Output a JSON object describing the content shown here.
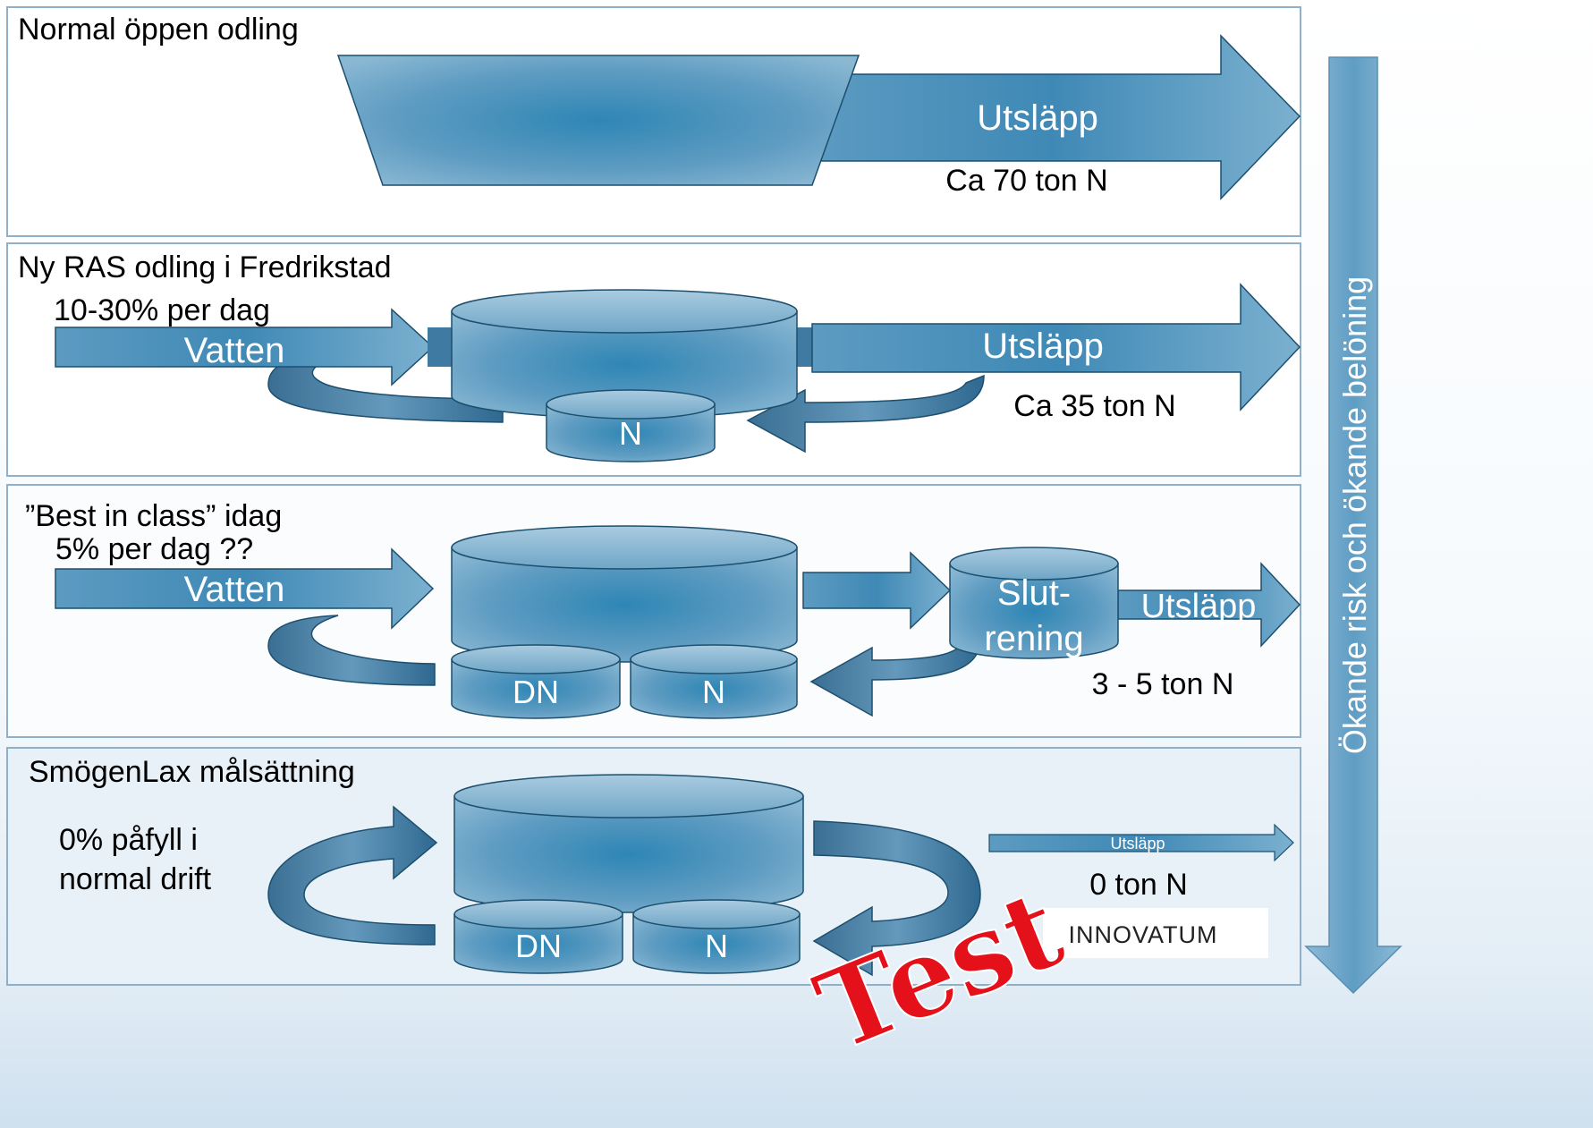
{
  "panels": [
    {
      "title": "Normal öppen odling",
      "out_label": "Utsläpp",
      "out_amount": "Ca 70 ton N"
    },
    {
      "title": "Ny RAS odling i Fredrikstad",
      "rate": "10-30% per dag",
      "water": "Vatten",
      "out_label": "Utsläpp",
      "out_amount": "Ca 35 ton N",
      "tank_small": "N"
    },
    {
      "title": "”Best in class” idag",
      "rate": "5% per dag ??",
      "water": "Vatten",
      "filter_line1": "Slut-",
      "filter_line2": "rening",
      "out_label": "Utsläpp",
      "out_amount": "3 - 5 ton N",
      "tank_a": "DN",
      "tank_b": "N"
    },
    {
      "title": "SmögenLax målsättning",
      "refill_line1": "0% påfyll i",
      "refill_line2": "normal drift",
      "out_label": "Utsläpp",
      "out_amount": "0 ton N",
      "tank_a": "DN",
      "tank_b": "N"
    }
  ],
  "side_arrow_label": "Ökande risk och ökande belöning",
  "stamp_text": "Test",
  "logo_text": "INNOVATUM",
  "colors": {
    "fill_light": "#7fb0cd",
    "fill_mid": "#3f89b4",
    "fill_dark": "#2d6f97",
    "stroke": "#1d4f6e",
    "stamp": "#e4101a"
  }
}
